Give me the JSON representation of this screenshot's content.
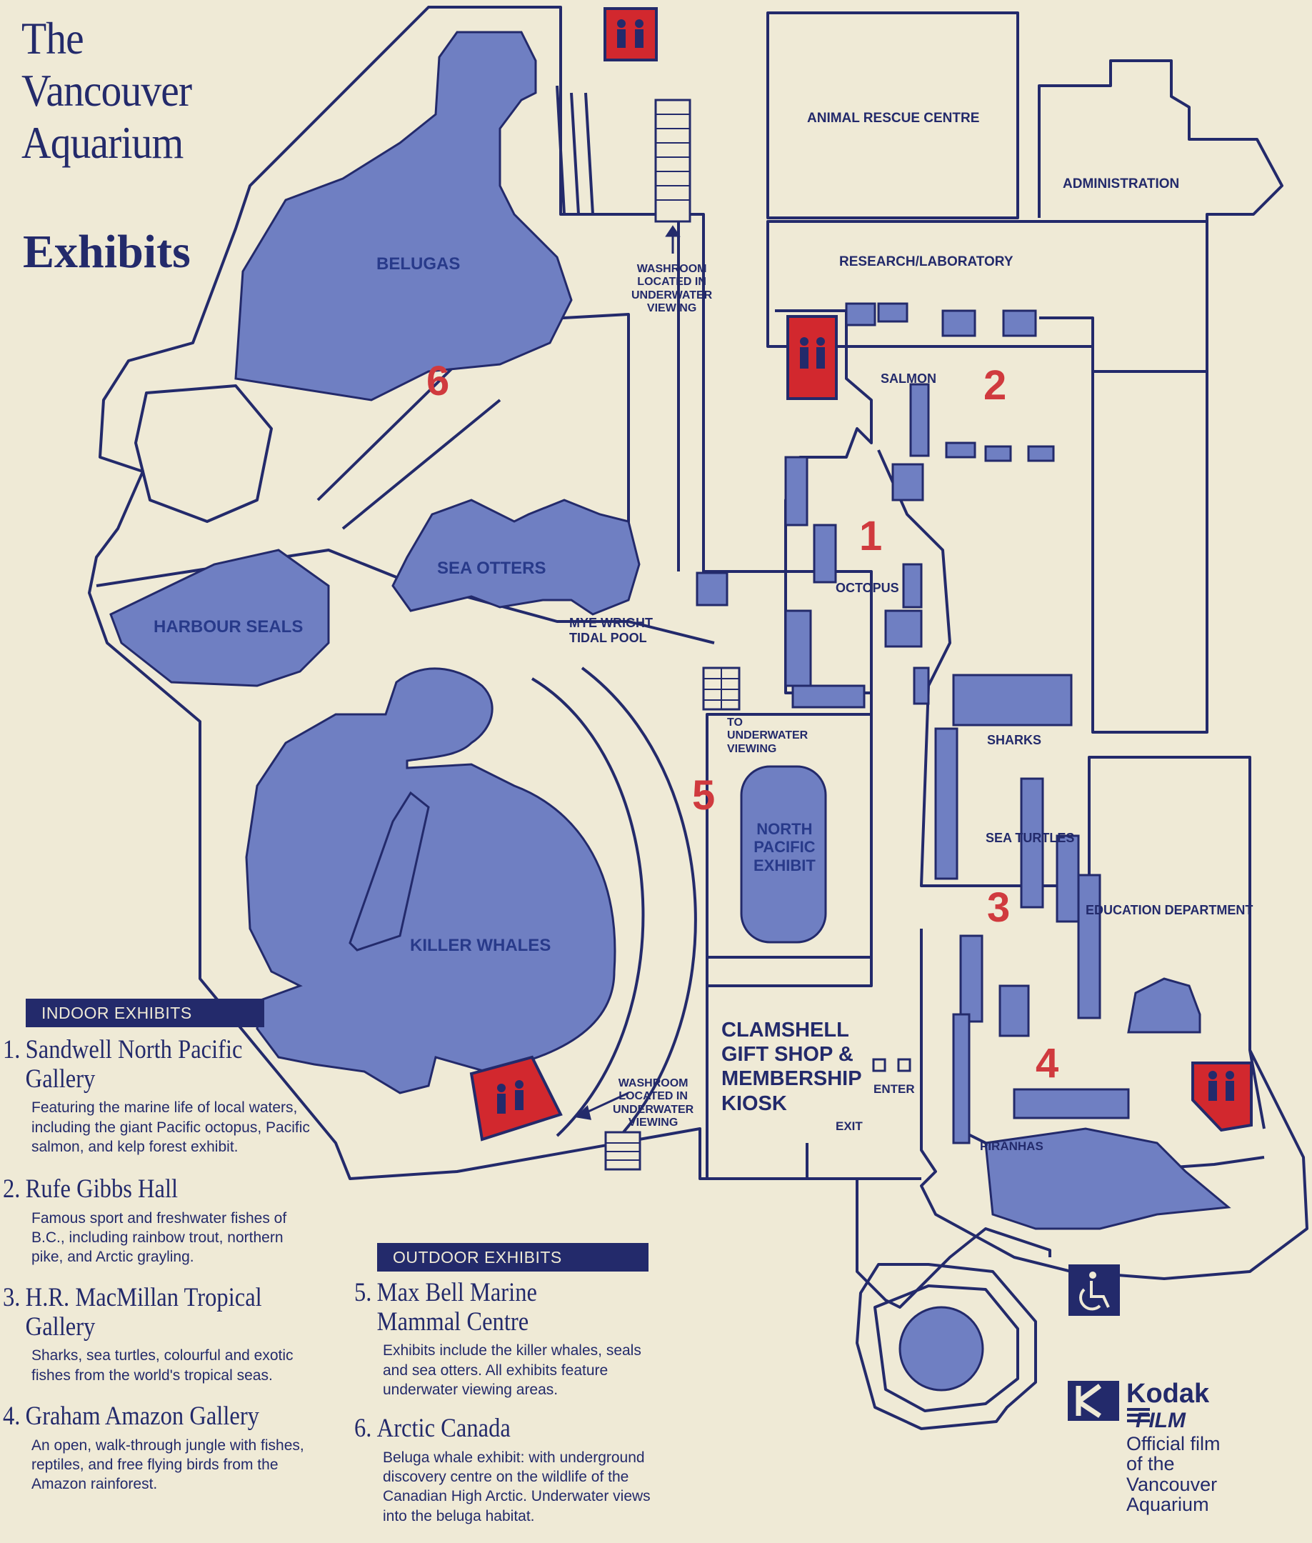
{
  "title": "The\nVancouver\nAquarium",
  "subtitle": "Exhibits",
  "colors": {
    "background": "#efead6",
    "outline": "#232a6b",
    "pool": "#6f7fc2",
    "number": "#d03a3e",
    "washroom": "#d2282e"
  },
  "icons": [
    "washroom-icon",
    "accessible-icon",
    "arrow-icon",
    "stairs-icon"
  ],
  "areas": {
    "animal_rescue": "ANIMAL RESCUE CENTRE",
    "administration": "ADMINISTRATION",
    "research": "RESEARCH/LABORATORY",
    "belugas": "BELUGAS",
    "salmon": "SALMON",
    "octopus": "OCTOPUS",
    "sea_otters": "SEA OTTERS",
    "harbour_seals": "HARBOUR SEALS",
    "tidal_pool": "MYE WRIGHT\nTIDAL POOL",
    "killer_whales": "KILLER WHALES",
    "north_pacific": "NORTH\nPACIFIC\nEXHIBIT",
    "sharks": "SHARKS",
    "sea_turtles": "SEA TURTLES",
    "education": "EDUCATION DEPARTMENT",
    "piranhas": "PIRANHAS",
    "washroom_top": "WASHROOM\nLOCATED IN\nUNDERWATER\nVIEWING",
    "washroom_bottom": "WASHROOM\nLOCATED IN\nUNDERWATER\nVIEWING",
    "to_underwater": "TO\nUNDERWATER\nVIEWING",
    "gift_shop": "CLAMSHELL\nGIFT SHOP &\nMEMBERSHIP\nKIOSK",
    "enter": "ENTER",
    "exit": "EXIT"
  },
  "markers": [
    "1",
    "2",
    "3",
    "4",
    "5",
    "6"
  ],
  "indoor_banner": "INDOOR EXHIBITS",
  "outdoor_banner": "OUTDOOR EXHIBITS",
  "indoor": [
    {
      "n": "1.",
      "name": "Sandwell North Pacific Gallery",
      "desc": "Featuring the marine life of local waters, including the giant Pacific octopus, Pacific salmon, and kelp forest exhibit."
    },
    {
      "n": "2.",
      "name": "Rufe Gibbs Hall",
      "desc": "Famous sport and freshwater fishes of B.C., including rainbow trout, northern pike, and Arctic grayling."
    },
    {
      "n": "3.",
      "name": "H.R. MacMillan Tropical Gallery",
      "desc": "Sharks, sea turtles, colourful and exotic fishes from the world's tropical seas."
    },
    {
      "n": "4.",
      "name": "Graham Amazon Gallery",
      "desc": "An open, walk-through jungle with fishes, reptiles, and free flying birds from the Amazon rainforest."
    }
  ],
  "outdoor": [
    {
      "n": "5.",
      "name": "Max Bell Marine Mammal Centre",
      "desc": "Exhibits include the killer whales, seals and sea otters. All exhibits feature underwater viewing areas."
    },
    {
      "n": "6.",
      "name": "Arctic Canada",
      "desc": "Beluga whale exhibit: with underground discovery centre on the wildlife of the Canadian High Arctic. Underwater views into the beluga habitat."
    }
  ],
  "kodak": {
    "brand": "Kodak",
    "film": "FILM",
    "tagline": "Official film\nof the\nVancouver\nAquarium"
  }
}
